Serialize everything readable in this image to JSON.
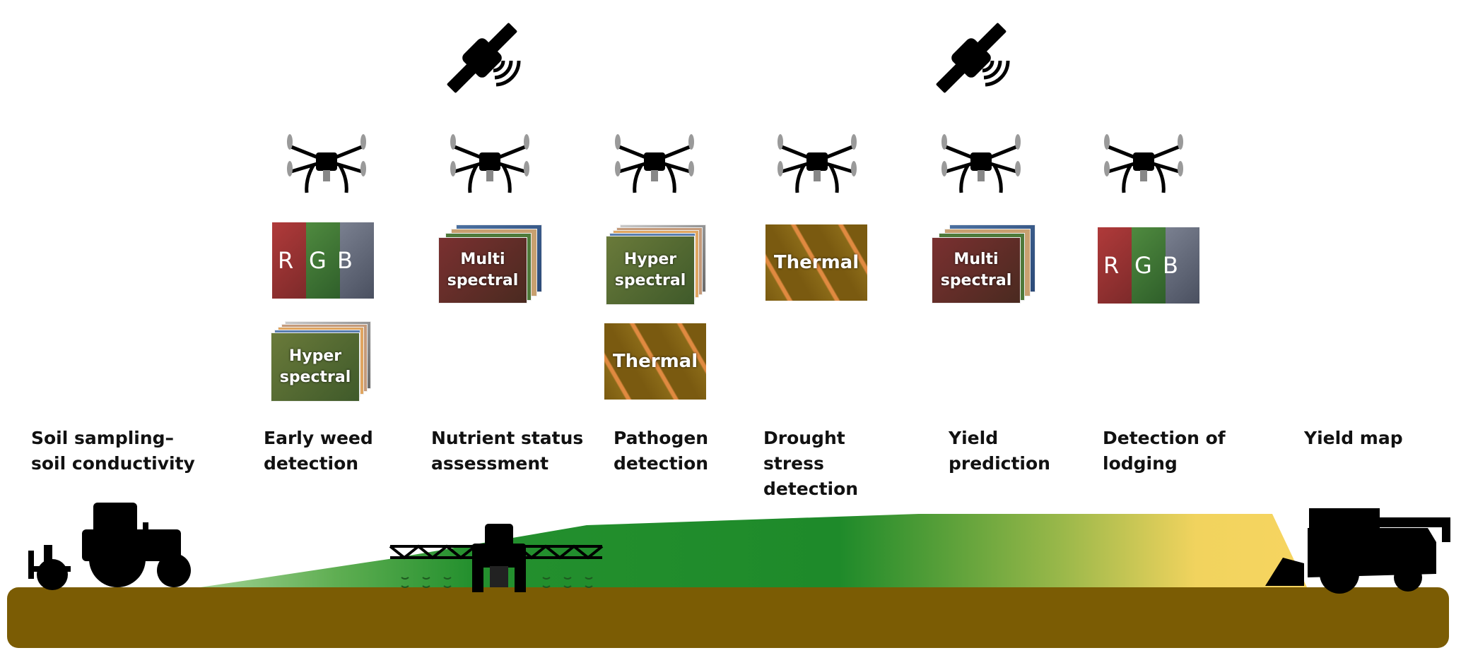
{
  "stages": [
    {
      "id": "soil",
      "label": "Soil sampling–\nsoil conductivity"
    },
    {
      "id": "weed",
      "label": "Early weed\ndetection"
    },
    {
      "id": "nutrient",
      "label": "Nutrient status\nassessment"
    },
    {
      "id": "pathogen",
      "label": "Pathogen\ndetection"
    },
    {
      "id": "drought",
      "label": "Drought\nstress\ndetection"
    },
    {
      "id": "yieldpred",
      "label": "Yield\nprediction"
    },
    {
      "id": "lodging",
      "label": "Detection of\nlodging"
    },
    {
      "id": "yieldmap",
      "label": "Yield map"
    }
  ],
  "sensors": {
    "rgb": {
      "r": "R",
      "g": "G",
      "b": "B"
    },
    "multispectral": "Multi\nspectral",
    "hyperspectral": "Hyper\nspectral",
    "thermal": "Thermal"
  },
  "colors": {
    "soil": "#7b5c04",
    "crop_green": "#1e8a2a",
    "crop_light": "#7dc06a",
    "ripe_yellow": "#f7d560",
    "machinery": "#000000",
    "propeller": "#9a9a9a"
  }
}
